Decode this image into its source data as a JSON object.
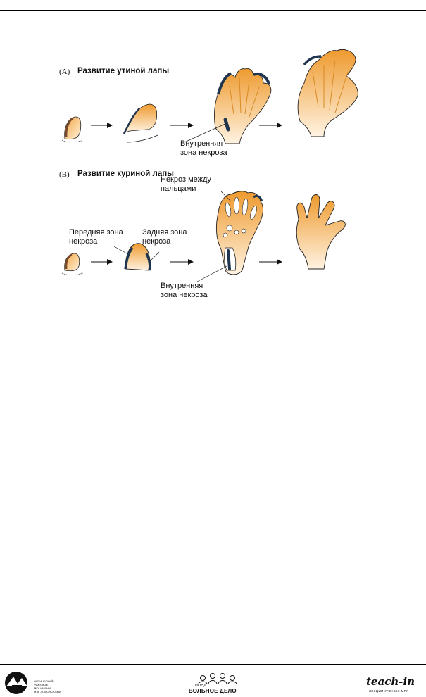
{
  "figure": {
    "panel_a": {
      "label": "(A)",
      "title": "Развитие утиной лапы",
      "annotation_line1": "Внутренняя",
      "annotation_line2": "зона некроза"
    },
    "panel_b": {
      "label": "(B)",
      "title": "Развитие куриной лапы",
      "necrosis_between_line1": "Некроз между",
      "necrosis_between_line2": "пальцами",
      "anterior_line1": "Передняя зона",
      "anterior_line2": "некроза",
      "posterior_line1": "Задняя зона",
      "posterior_line2": "некроза",
      "inner_line1": "Внутренняя",
      "inner_line2": "зона некроза"
    },
    "colors": {
      "tissue_orange": "#f0a33c",
      "tissue_light": "#fde9cf",
      "necrosis_navy": "#1f3550",
      "outline": "#222222"
    }
  },
  "footer": {
    "msu_lines": [
      "ФИЗИЧЕСКИЙ",
      "ФАКУЛЬТЕТ",
      "МГУ ИМЕНИ",
      "М.В. ЛОМОНОСОВА"
    ],
    "fond_small": "ФОНД",
    "fond_big": "ВОЛЬНОЕ ДЕЛО",
    "teach_logo": "teach-in",
    "teach_sub": "ЛЕКЦИИ УЧЕНЫХ МГУ"
  }
}
